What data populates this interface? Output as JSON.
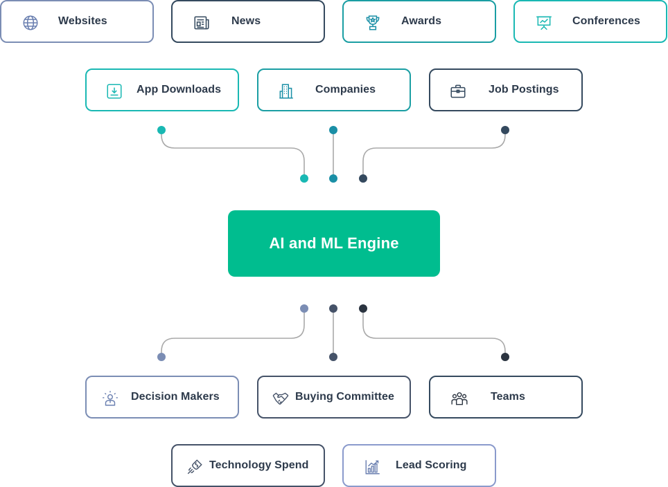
{
  "sources_row1": [
    {
      "label": "Websites",
      "icon": "globe-icon"
    },
    {
      "label": "News",
      "icon": "newspaper-icon"
    },
    {
      "label": "Awards",
      "icon": "trophy-icon"
    },
    {
      "label": "Conferences",
      "icon": "presentation-board-icon"
    }
  ],
  "sources_row2": [
    {
      "label": "App Downloads",
      "icon": "download-icon"
    },
    {
      "label": "Companies",
      "icon": "building-icon"
    },
    {
      "label": "Job Postings",
      "icon": "briefcase-icon"
    }
  ],
  "engine": {
    "label": "AI and ML Engine"
  },
  "outputs_row1": [
    {
      "label": "Decision Makers",
      "icon": "decision-maker-icon"
    },
    {
      "label": "Buying Committee",
      "icon": "handshake-icon"
    },
    {
      "label": "Teams",
      "icon": "team-icon"
    }
  ],
  "outputs_row2": [
    {
      "label": "Technology Spend",
      "icon": "tech-spend-icon"
    },
    {
      "label": "Lead Scoring",
      "icon": "bar-chart-icon"
    }
  ],
  "colors": {
    "engine": "#00bd8f",
    "teal": "#1a9ea3",
    "mint": "#19b8b3",
    "navy": "#34495e",
    "slate": "#7b8db4",
    "wire": "#a9a9a9"
  }
}
